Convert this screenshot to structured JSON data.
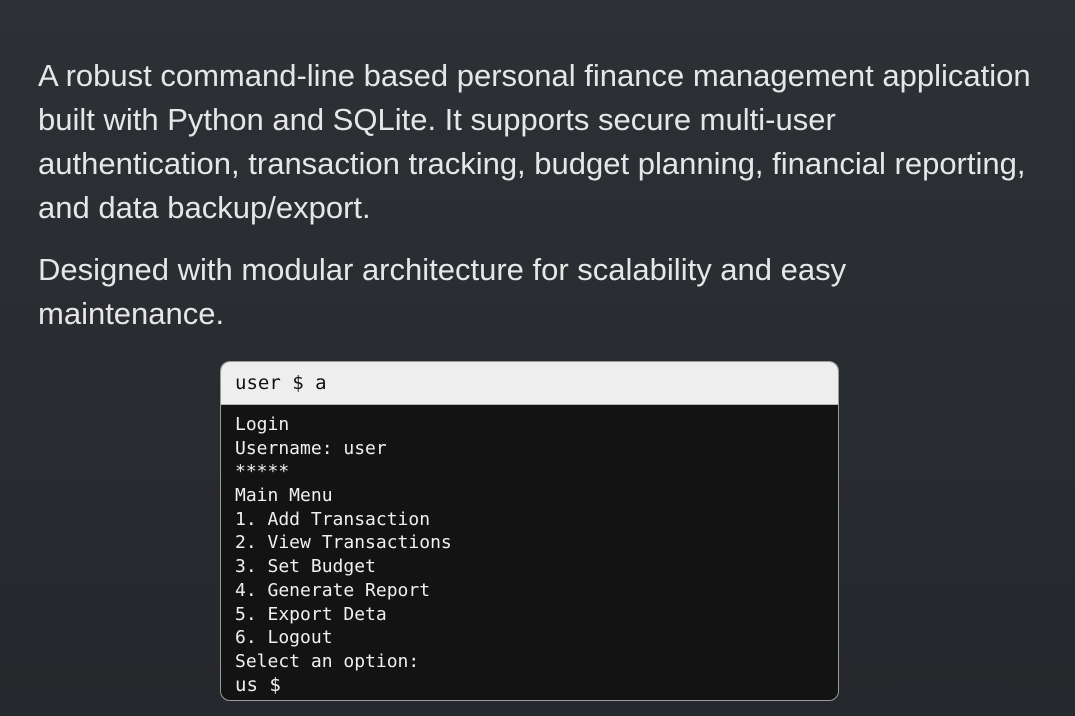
{
  "description": {
    "paragraph1": "A robust command-line based personal finance management application built with Python and SQLite. It supports secure multi-user authentication, transaction tracking, budget planning, financial reporting, and data backup/export.",
    "paragraph2": "Designed with modular architecture for scalability and easy maintenance."
  },
  "terminal": {
    "title": "user $ a",
    "lines": {
      "login": "Login",
      "username": "Username: user",
      "password": "*****",
      "main_menu": "Main Menu",
      "option1": "1. Add Transaction",
      "option2": "2. View Transactions",
      "option3": "3. Set Budget",
      "option4": "4. Generate Report",
      "option5": "5. Export Deta",
      "option6": "6. Logout",
      "select": "Select an option:",
      "prompt": "us $"
    }
  }
}
